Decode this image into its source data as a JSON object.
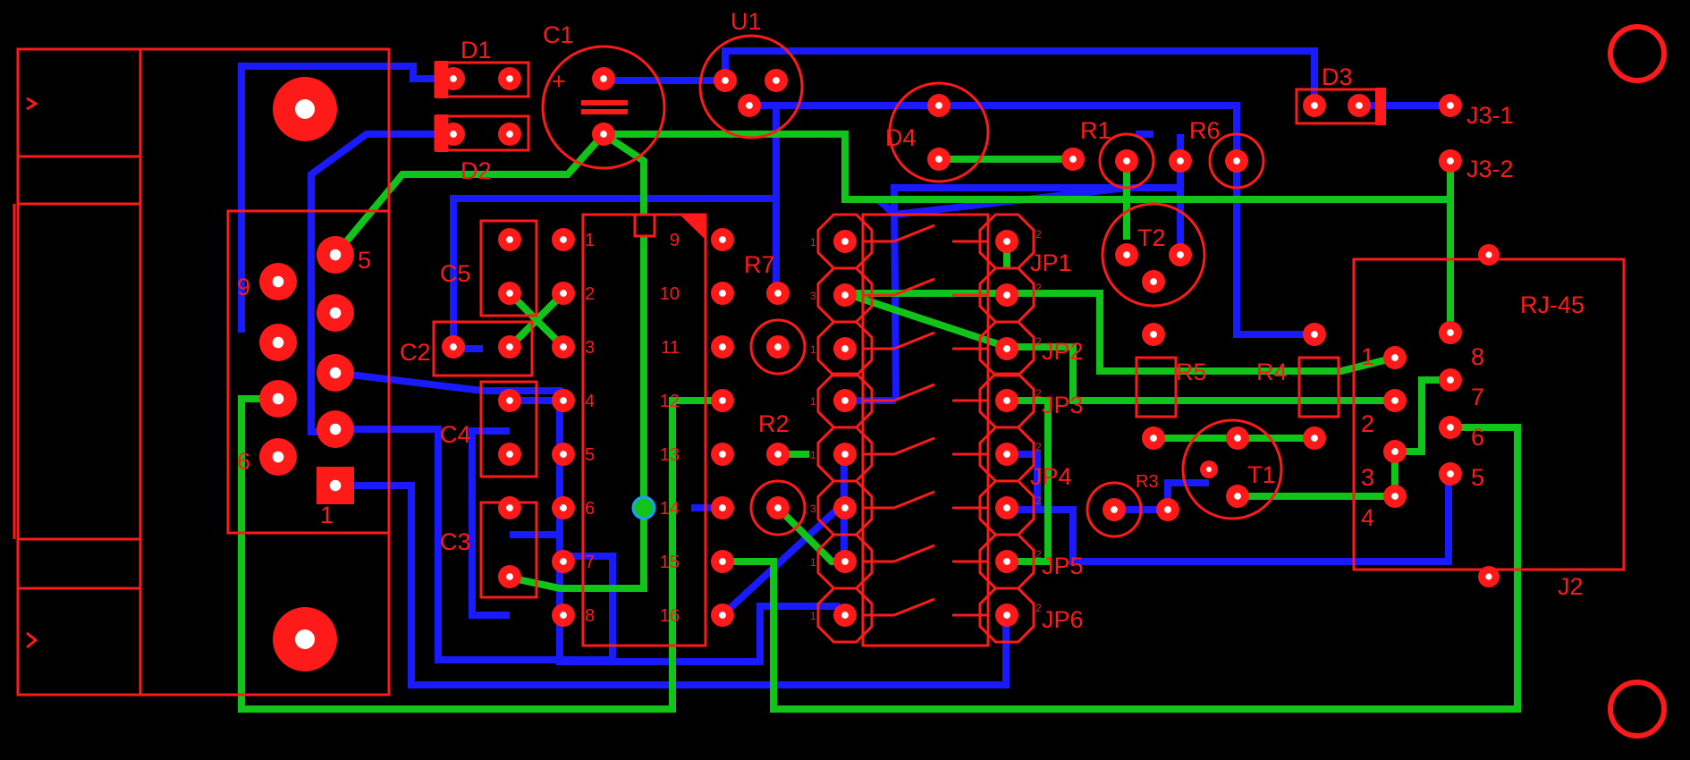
{
  "colors": {
    "background": "#000000",
    "silkscreen": "#ff1a1a",
    "top_copper": "#1a1aff",
    "bottom_copper": "#12c41a",
    "pad_hole": "#ffffff"
  },
  "components": {
    "d1": "D1",
    "d2": "D2",
    "d3": "D3",
    "d4": "D4",
    "c1": "C1",
    "c2": "C2",
    "c3": "C3",
    "c4": "C4",
    "c5": "C5",
    "u1": "U1",
    "r1": "R1",
    "r2": "R2",
    "r3": "R3",
    "r4": "R4",
    "r5": "R5",
    "r6": "R6",
    "r7": "R7",
    "t1": "T1",
    "t2": "T2",
    "jp1": "JP1",
    "jp2": "JP2",
    "jp3": "JP3",
    "jp4": "JP4",
    "jp5": "JP5",
    "jp6": "JP6",
    "j3_1": "J3-1",
    "j3_2": "J3-2",
    "rj45": "RJ-45",
    "j2": "J2",
    "c1_plus": "+"
  },
  "db9_pins": {
    "p1": "1",
    "p5": "5",
    "p6": "6",
    "p9": "9"
  },
  "ic_pins": [
    "1",
    "2",
    "3",
    "4",
    "5",
    "6",
    "7",
    "8",
    "9",
    "10",
    "11",
    "12",
    "13",
    "14",
    "15",
    "16"
  ],
  "rj45_pins": {
    "p1": "1",
    "p2": "2",
    "p3": "3",
    "p4": "4",
    "p5": "5",
    "p6": "6",
    "p7": "7",
    "p8": "8"
  },
  "jumper_marks": {
    "one": "1",
    "two": "2",
    "three": "3"
  }
}
